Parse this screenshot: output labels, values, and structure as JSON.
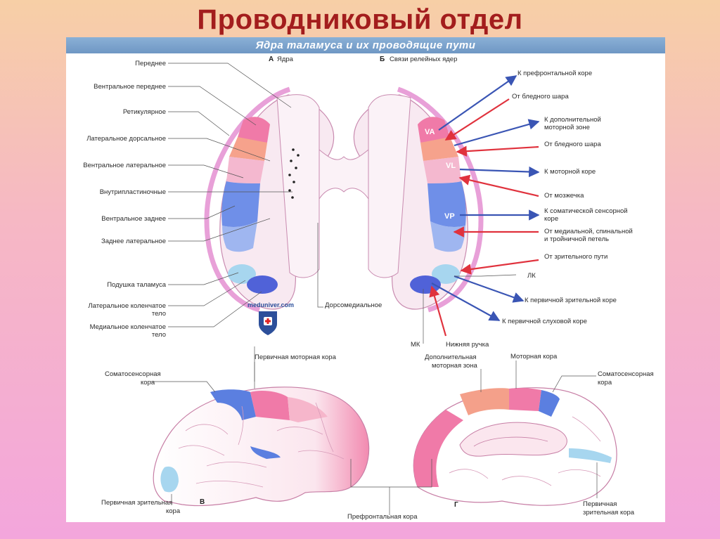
{
  "title": "Проводниковый отдел",
  "header": "Ядра таламуса и их проводящие пути",
  "panel_a": {
    "letter": "А",
    "label": "Ядра",
    "nuclei": [
      "Переднее",
      "Вентральное переднее",
      "Ретикулярное",
      "Латеральное дорсальное",
      "Вентральное латеральное",
      "Внутрипластиночные",
      "Вентральное заднее",
      "Заднее латеральное",
      "Подушка таламуса",
      "Латеральное коленчатое",
      "тело",
      "Медиальное коленчатое",
      "тело"
    ],
    "dorsomedial": "Дорсомедиальное"
  },
  "panel_b": {
    "letter": "Б",
    "label": "Связи релейных ядер",
    "nuclei_tags": {
      "va": "VA",
      "vl": "VL",
      "vp": "VP"
    },
    "right_labels": [
      "К префронтальной коре",
      "От бледного шара",
      "К дополнительной",
      "моторной зоне",
      "От бледного шара",
      "К моторной коре",
      "От мозжечка",
      "К соматической сенсорной",
      "коре",
      "От медиальной, спинальной",
      "и тройничной петель",
      "От зрительного пути",
      "ЛК",
      "К первичной зрительной коре",
      "К первичной слуховой коре"
    ],
    "bottom_labels": {
      "mk": "МК",
      "lower_handle": "Нижняя ручка"
    }
  },
  "watermark": "meduniver.com",
  "panel_c": {
    "letter": "В",
    "somato": [
      "Соматосенсорная",
      "кора"
    ],
    "motor": "Первичная моторная кора",
    "visual": [
      "Первичная зрительная",
      "кора"
    ]
  },
  "panel_d": {
    "letter": "Г",
    "supp": [
      "Дополнительная",
      "моторная зона"
    ],
    "motor": "Моторная кора",
    "somato": [
      "Соматосенсорная",
      "кора"
    ],
    "visual": [
      "Первичная",
      "зрительная кора"
    ]
  },
  "prefrontal": "Префронтальная кора",
  "colors": {
    "title": "#a31d1d",
    "header": "#7aa3cf",
    "blue_arrow": "#3a55b4",
    "red_arrow": "#e0323d",
    "thalamus_pink": "#f4cfe0",
    "nucleus_blue": "#5b7fe0",
    "nucleus_pink": "#f07aa8"
  }
}
